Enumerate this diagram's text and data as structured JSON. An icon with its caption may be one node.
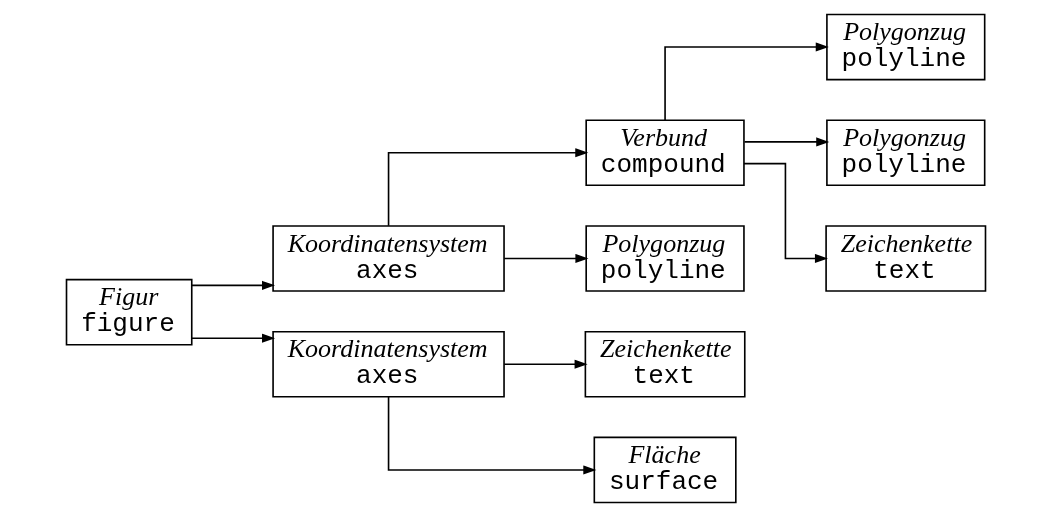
{
  "diagram": {
    "nodes": [
      {
        "text": [
          "Figur",
          "figure"
        ]
      },
      {
        "text": [
          "Koordinatensystem",
          "axes"
        ]
      },
      {
        "text": [
          "Verbund",
          "compound"
        ]
      },
      {
        "text": [
          "Polygonzug",
          "polyline"
        ]
      },
      {
        "text": [
          "Polygonzug",
          "polyline"
        ]
      },
      {
        "text": [
          "Polygonzug",
          "polyline"
        ]
      },
      {
        "text": [
          "Zeichenkette",
          "text"
        ]
      },
      {
        "text": [
          "Zeichenkette",
          "text"
        ]
      },
      {
        "text": [
          "Koordinatensystem",
          "axes"
        ]
      },
      {
        "text": [
          "Fläche",
          "surface"
        ]
      }
    ],
    "edges": [
      {
        "from": 0,
        "to": 1,
        "arrow": "to"
      },
      {
        "from": 0,
        "to": 8,
        "arrow": "to"
      },
      {
        "from": 1,
        "to": 2,
        "arrow": "to"
      },
      {
        "from": 1,
        "to": 4,
        "arrow": "to"
      },
      {
        "from": 2,
        "to": 3,
        "arrow": "to"
      },
      {
        "from": 2,
        "to": 5,
        "arrow": "to"
      },
      {
        "from": 2,
        "to": 6,
        "arrow": "to"
      },
      {
        "from": 8,
        "to": 7,
        "arrow": "to"
      },
      {
        "from": 8,
        "to": 9,
        "arrow": "to"
      }
    ]
  }
}
